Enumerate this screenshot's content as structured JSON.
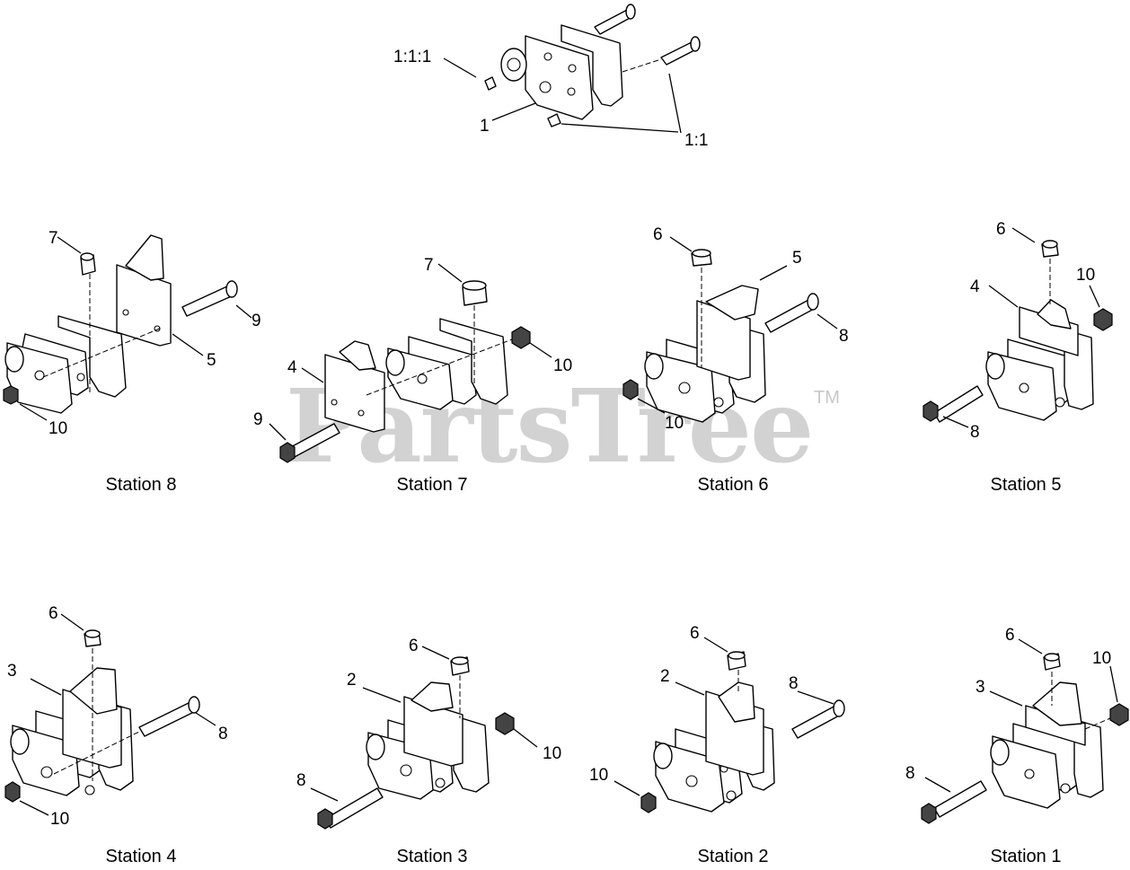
{
  "watermark": {
    "text": "PartsTree",
    "tm": "TM"
  },
  "top_assembly": {
    "labels": [
      "1:1:1",
      "1",
      "1:1"
    ]
  },
  "stations": [
    {
      "caption": "Station 8",
      "labels": [
        "7",
        "9",
        "5",
        "10"
      ]
    },
    {
      "caption": "Station 7",
      "labels": [
        "7",
        "10",
        "4",
        "9"
      ]
    },
    {
      "caption": "Station 6",
      "labels": [
        "6",
        "5",
        "8",
        "10"
      ]
    },
    {
      "caption": "Station 5",
      "labels": [
        "6",
        "10",
        "4",
        "8"
      ]
    },
    {
      "caption": "Station 4",
      "labels": [
        "6",
        "3",
        "8",
        "10"
      ]
    },
    {
      "caption": "Station 3",
      "labels": [
        "6",
        "2",
        "10",
        "8"
      ]
    },
    {
      "caption": "Station 2",
      "labels": [
        "6",
        "2",
        "8",
        "10"
      ]
    },
    {
      "caption": "Station 1",
      "labels": [
        "6",
        "10",
        "3",
        "8"
      ]
    }
  ]
}
